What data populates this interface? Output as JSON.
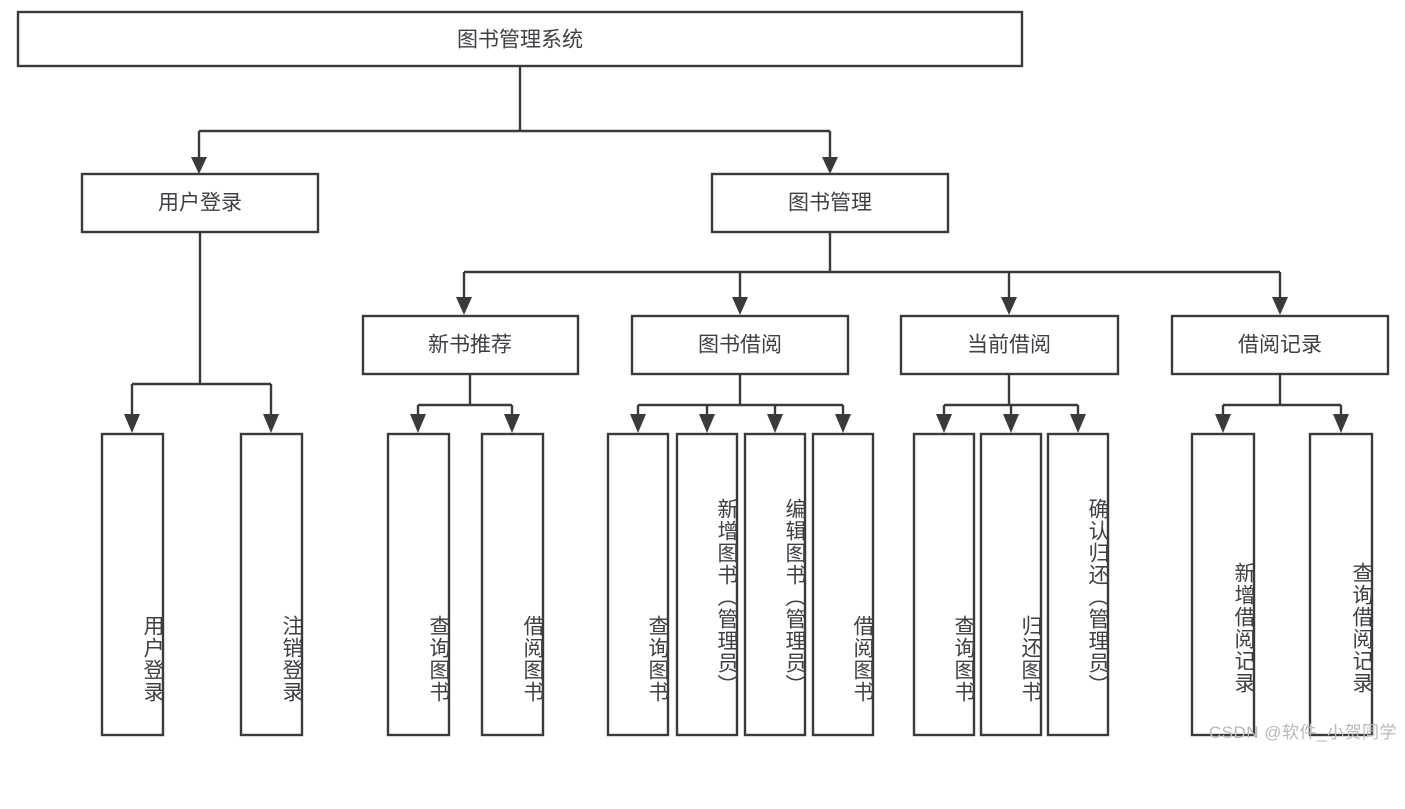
{
  "diagram": {
    "title": "图书管理系统",
    "type": "tree-hierarchy",
    "root": {
      "label": "图书管理系统"
    },
    "level2": [
      {
        "label": "用户登录"
      },
      {
        "label": "图书管理"
      }
    ],
    "level3": [
      {
        "label": "新书推荐"
      },
      {
        "label": "图书借阅"
      },
      {
        "label": "当前借阅"
      },
      {
        "label": "借阅记录"
      }
    ],
    "leaves": {
      "user_login": [
        {
          "label": "用户登录"
        },
        {
          "label": "注销登录"
        }
      ],
      "new_book_recommend": [
        {
          "label": "查询图书"
        },
        {
          "label": "借阅图书"
        }
      ],
      "book_borrow": [
        {
          "label": "查询图书"
        },
        {
          "label": "新增图书（管理员）"
        },
        {
          "label": "编辑图书（管理员）"
        },
        {
          "label": "借阅图书"
        }
      ],
      "current_borrow": [
        {
          "label": "查询图书"
        },
        {
          "label": "归还图书"
        },
        {
          "label": "确认归还（管理员）"
        }
      ],
      "borrow_record": [
        {
          "label": "新增借阅记录"
        },
        {
          "label": "查询借阅记录"
        }
      ]
    },
    "colors": {
      "box_stroke": "#3a3a3a",
      "box_fill": "#ffffff",
      "text": "#3f3f46",
      "background": "#ffffff",
      "watermark": "#b9b9b9"
    }
  },
  "watermark": {
    "text": "CSDN @软件_小贺同学"
  }
}
